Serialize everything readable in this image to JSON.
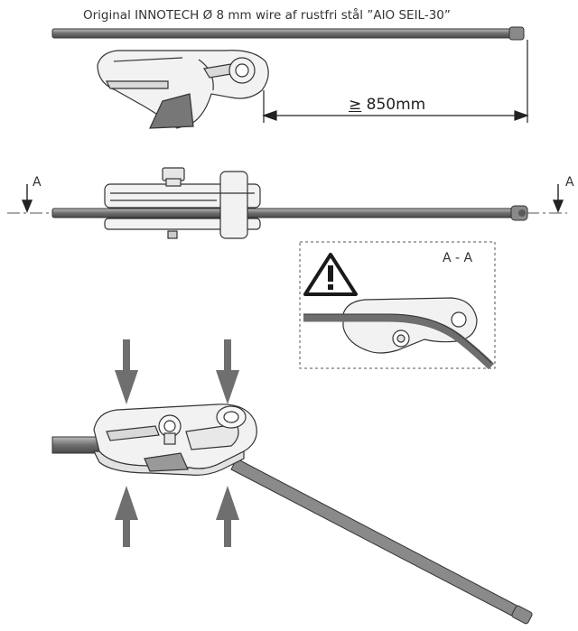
{
  "caption": "Original INNOTECH Ø 8 mm wire af rustfri stål ”AIO SEIL-30”",
  "dimension": {
    "symbol": "≥",
    "value": "850mm"
  },
  "section_marker": "A",
  "section_title": "A - A",
  "colors": {
    "line": "#333333",
    "wire": "#6e6e6e",
    "wire_light": "#9a9a9a",
    "device_fill": "#f2f2f2",
    "arrow": "#6f6f6f",
    "warning": "#1a1a1a"
  },
  "icons": [
    "warning-triangle-icon",
    "force-arrow-icon"
  ]
}
